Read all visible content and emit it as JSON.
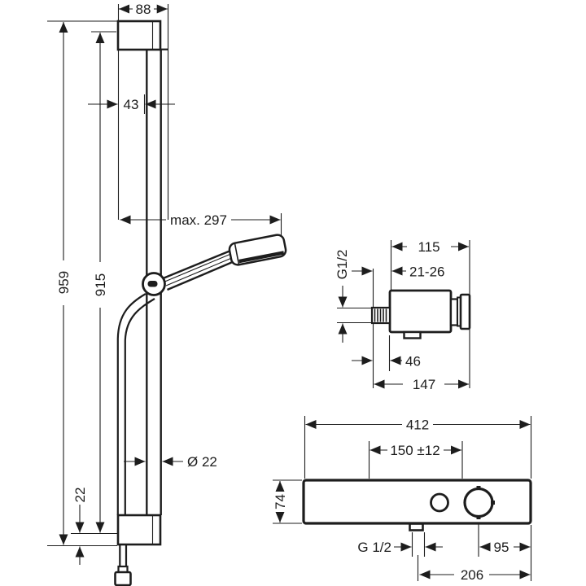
{
  "drawing": {
    "type": "technical-dimension-diagram",
    "colors": {
      "line": "#1d1d1d",
      "background": "#ffffff"
    },
    "shower_unit": {
      "bracket_depth": "88",
      "rail_offset": "43",
      "total_height": "959",
      "rail_length": "915",
      "max_reach": "max. 297",
      "rail_diameter": "Ø 22",
      "bottom_offset": "22"
    },
    "valve_side": {
      "body_width": "115",
      "wall_distance_range": "21-26",
      "thread": "G1/2",
      "outlet_offset": "46",
      "total_depth": "147"
    },
    "valve_front": {
      "body_width": "412",
      "connection_spacing": "150 ±12",
      "body_height": "74",
      "outlet_thread": "G 1/2",
      "dial_to_edge": "95",
      "outlet_to_edge": "206"
    }
  }
}
